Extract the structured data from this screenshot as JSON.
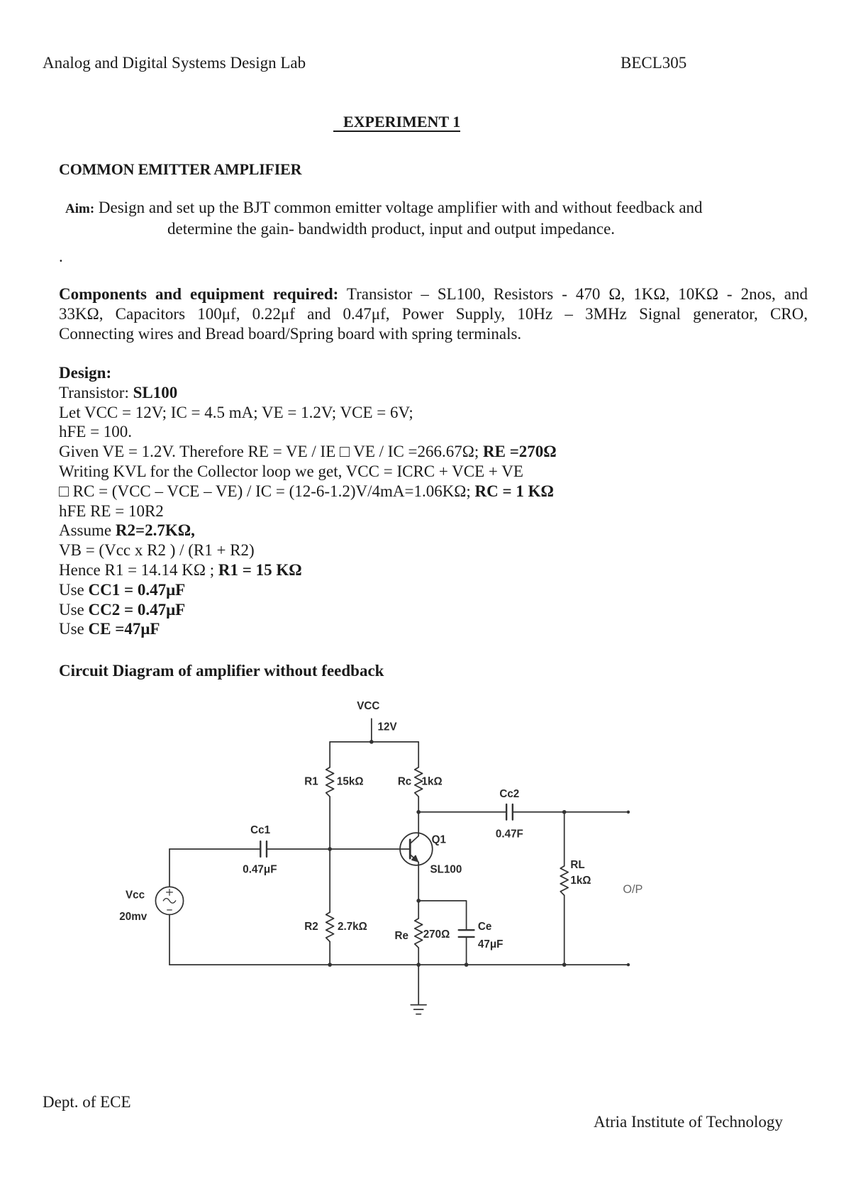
{
  "header": {
    "lab_title": "Analog and Digital Systems Design Lab",
    "course_code": "BECL305"
  },
  "experiment": {
    "title": "EXPERIMENT 1",
    "subtitle": "COMMON EMITTER AMPLIFIER"
  },
  "aim": {
    "label": "Aim:",
    "line1": "Design and set up the BJT common emitter voltage amplifier with and without feedback and",
    "line2": "determine the gain- bandwidth product, input and output impedance."
  },
  "stray_mark": ".",
  "components": {
    "label": "Components and equipment required:",
    "line1": "Transistor – SL100, Resistors - 470 Ω, 1KΩ, 10KΩ - 2nos, and",
    "line2": "33KΩ, Capacitors 100μf, 0.22μf and 0.47μf, Power Supply, 10Hz – 3MHz Signal generator, CRO,",
    "line3": "Connecting wires and Bread board/Spring board with spring terminals."
  },
  "design": {
    "heading": "Design:",
    "lines": [
      {
        "pre": "Transistor: ",
        "bold": "SL100"
      },
      {
        "pre": "Let VCC = 12V; IC = 4.5 mA; VE = 1.2V; VCE = 6V;"
      },
      {
        "pre": "hFE = 100."
      },
      {
        "pre": "Given VE = 1.2V. Therefore RE = VE / IE □ VE / IC =266.67Ω; ",
        "bold": "RE =270Ω"
      },
      {
        "pre": "Writing KVL for the Collector loop we get, VCC = ICRC + VCE + VE"
      },
      {
        "pre": "□ RC = (VCC – VCE – VE) / IC = (12-6-1.2)V/4mA=1.06KΩ; ",
        "bold": "RC = 1 KΩ"
      },
      {
        "pre": "hFE RE = 10R2"
      },
      {
        "pre": "Assume ",
        "bold": "R2=2.7KΩ,"
      },
      {
        "pre": "VB = (Vcc x R2 ) / (R1 + R2)"
      },
      {
        "pre": "Hence R1 = 14.14 KΩ ; ",
        "bold": "R1 = 15 KΩ"
      },
      {
        "pre": "Use ",
        "bold": "CC1 = 0.47μF"
      },
      {
        "pre": "Use ",
        "bold": "CC2 = 0.47μF"
      },
      {
        "pre": "Use ",
        "bold": "CE =47μF"
      }
    ]
  },
  "circuit_heading": "Circuit Diagram of amplifier without feedback",
  "circuit": {
    "supply": {
      "label": "VCC",
      "value": "12V"
    },
    "r1": {
      "label": "R1",
      "value": "15kΩ"
    },
    "rc": {
      "label": "Rc",
      "value": "1kΩ"
    },
    "cc2": {
      "label": "Cc2",
      "value": "0.47F"
    },
    "cc1": {
      "label": "Cc1",
      "value": "0.47μF"
    },
    "q1": {
      "label": "Q1",
      "part": "SL100"
    },
    "source": {
      "label": "Vcc",
      "value": "20mv"
    },
    "r2": {
      "label": "R2",
      "value": "2.7kΩ"
    },
    "re": {
      "label": "Re",
      "value": "270Ω"
    },
    "ce": {
      "label": "Ce",
      "value": "47μF"
    },
    "rl": {
      "label": "RL",
      "value": "1kΩ"
    },
    "output": {
      "label": "O/P"
    }
  },
  "footer": {
    "department": "Dept. of ECE",
    "institute": "Atria Institute of Technology"
  }
}
